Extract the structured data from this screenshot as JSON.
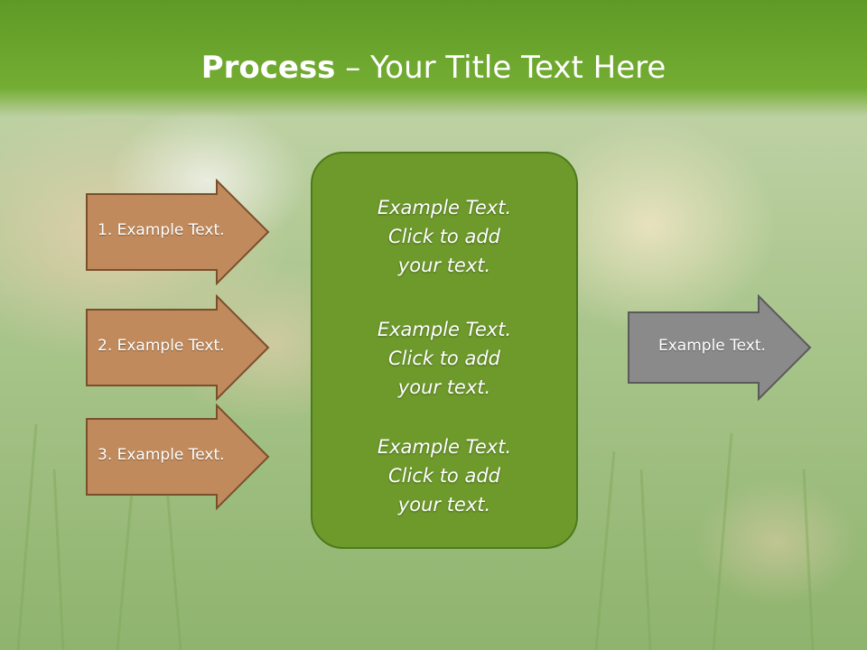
{
  "slide": {
    "title_bold": "Process",
    "title_rest": " – Your Title Text Here"
  },
  "left_arrows": [
    {
      "label": "1. Example Text."
    },
    {
      "label": "2. Example Text."
    },
    {
      "label": "3. Example Text."
    }
  ],
  "center_box": {
    "blocks": [
      {
        "line1": "Example Text.",
        "line2": "Click  to add",
        "line3": "your text."
      },
      {
        "line1": "Example Text.",
        "line2": "Click  to add",
        "line3": "your text."
      },
      {
        "line1": "Example Text.",
        "line2": "Click  to add",
        "line3": "your text."
      }
    ]
  },
  "right_arrow": {
    "label": "Example Text."
  },
  "colors": {
    "title_green": "#6aa12c",
    "left_arrow_fill": "#c08a5c",
    "left_arrow_stroke": "#7a4f2c",
    "center_fill": "#6e9a2c",
    "right_arrow_fill": "#8a8a8a"
  }
}
